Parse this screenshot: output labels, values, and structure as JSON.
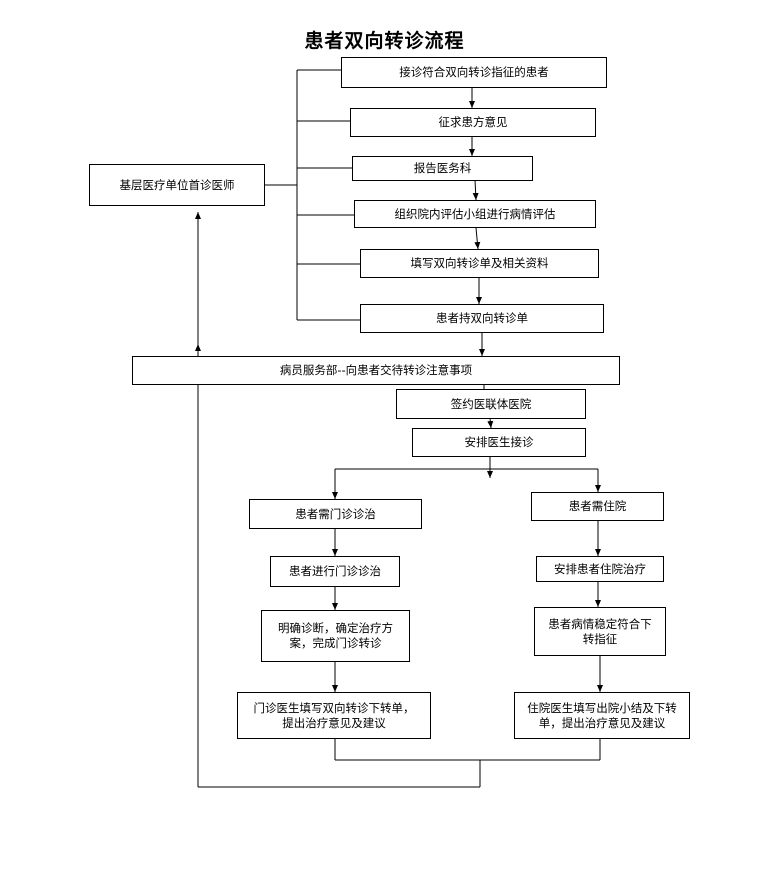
{
  "title": "患者双向转诊流程",
  "boxes": {
    "b1": "接诊符合双向转诊指征的患者",
    "b2": "征求患方意见",
    "b3": "报告医务科",
    "b4": "组织院内评估小组进行病情评估",
    "b5": "填写双向转诊单及相关资料",
    "b6": "患者持双向转诊单",
    "doctor": "基层医疗单位首诊医师",
    "service": "病员服务部--向患者交待转诊注意事项",
    "sign": "签约医联体医院",
    "arrange": "安排医生接诊",
    "out1": "患者需门诊诊治",
    "out2": "患者进行门诊诊治",
    "out3": "明确诊断，确定治疗方案，完成门诊转诊",
    "out4": "门诊医生填写双向转诊下转单，提出治疗意见及建议",
    "in1": "患者需住院",
    "in2": "安排患者住院治疗",
    "in3": "患者病情稳定符合下转指征",
    "in4": "住院医生填写出院小结及下转单，提出治疗意见及建议"
  }
}
